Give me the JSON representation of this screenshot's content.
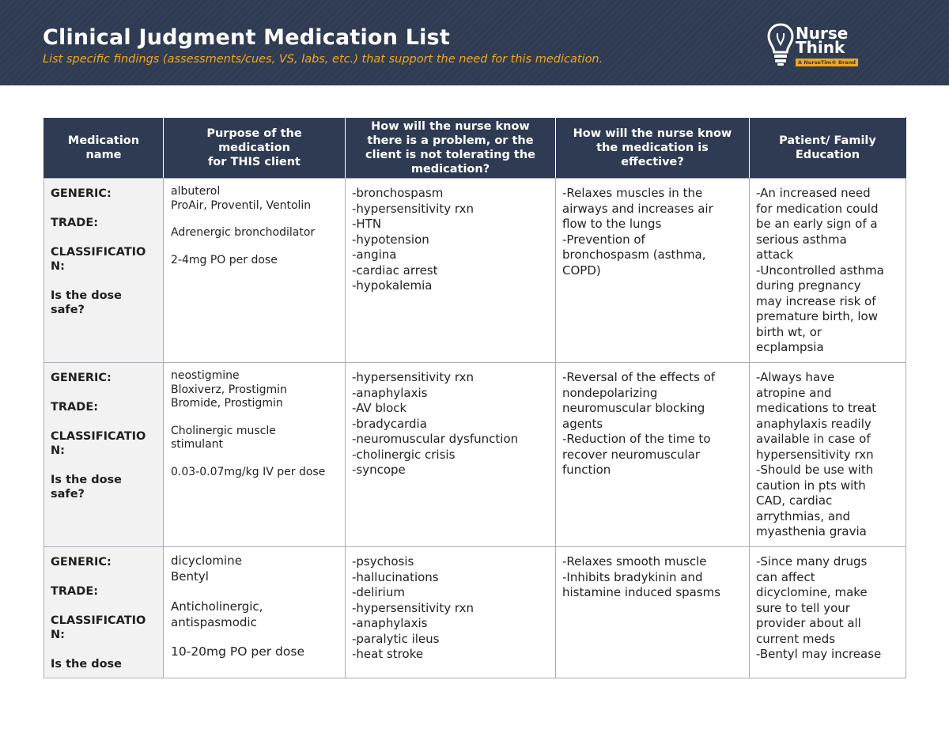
{
  "header": {
    "title": "Clinical Judgment Medication List",
    "subtitle": "List specific findings (assessments/cues, VS, labs, etc.) that support the need for this medication.",
    "logo_word1": "Nurse",
    "logo_word2": "Think",
    "logo_tagline": "A NurseTim® Brand",
    "colors": {
      "banner": "#2f3b52",
      "accent": "#f2a81d"
    }
  },
  "table": {
    "columns": [
      [
        "Medication",
        "name"
      ],
      [
        "Purpose of the",
        "medication",
        "for THIS client"
      ],
      [
        "How will the nurse know",
        "there is a problem, or the",
        "client is not tolerating the",
        "medication?"
      ],
      [
        "How will the nurse know",
        "the medication is",
        "effective?"
      ],
      [
        "Patient/ Family",
        "Education"
      ]
    ],
    "labels": [
      "GENERIC:",
      "TRADE:",
      "CLASSIFICATIO",
      "N:",
      "Is the dose",
      "safe?"
    ],
    "rows": [
      {
        "purpose": {
          "generic": "albuterol",
          "trade": "ProAir, Proventil, Ventolin",
          "classification": [
            "Adrenergic bronchodilator"
          ],
          "dose": "2-4mg PO per dose"
        },
        "problems": [
          "-bronchospasm",
          "-hypersensitivity rxn",
          "-HTN",
          "-hypotension",
          "-angina",
          "-cardiac arrest",
          "-hypokalemia"
        ],
        "effective": [
          "-Relaxes muscles in the",
          "airways and increases air",
          "flow to the lungs",
          "-Prevention of",
          "bronchospasm (asthma,",
          "COPD)"
        ],
        "education": [
          "-An increased need",
          "for medication could",
          "be an early sign of a",
          "serious asthma",
          "attack",
          "-Uncontrolled asthma",
          "during pregnancy",
          "may increase risk of",
          "premature birth, low",
          "birth wt, or",
          "ecplampsia"
        ]
      },
      {
        "purpose": {
          "generic": "neostigmine",
          "trade": "Bloxiverz, Prostigmin",
          "trade2": "Bromide, Prostigmin",
          "classification": [
            "Cholinergic muscle",
            "stimulant"
          ],
          "dose": "0.03-0.07mg/kg IV per dose"
        },
        "problems": [
          "-hypersensitivity rxn",
          "-anaphylaxis",
          "-AV block",
          "-bradycardia",
          "-neuromuscular dysfunction",
          "-cholinergic crisis",
          "-syncope"
        ],
        "effective": [
          "-Reversal of the effects of",
          "nondepolarizing",
          "neuromuscular blocking",
          "agents",
          "-Reduction of the time to",
          "recover neuromuscular",
          "function"
        ],
        "education": [
          "-Always have",
          "atropine and",
          "medications to treat",
          "anaphylaxis readily",
          "available in case of",
          "hypersensitivity rxn",
          "-Should be use with",
          "caution in pts with",
          "CAD, cardiac",
          "arrythmias, and",
          "myasthenia gravia"
        ]
      },
      {
        "purpose": {
          "generic": "dicyclomine",
          "trade": "Bentyl",
          "classification": [
            "Anticholinergic,",
            "antispasmodic"
          ],
          "dose": "10-20mg PO per dose"
        },
        "problems": [
          "-psychosis",
          "-hallucinations",
          "-delirium",
          "-hypersensitivity rxn",
          "-anaphylaxis",
          "-paralytic ileus",
          "-heat stroke"
        ],
        "effective": [
          "-Relaxes smooth muscle",
          "-Inhibits bradykinin and",
          "histamine induced spasms"
        ],
        "education": [
          "-Since many drugs",
          "can affect",
          "dicyclomine, make",
          "sure to tell your",
          "provider about all",
          "current meds",
          "-Bentyl may increase"
        ]
      }
    ]
  }
}
